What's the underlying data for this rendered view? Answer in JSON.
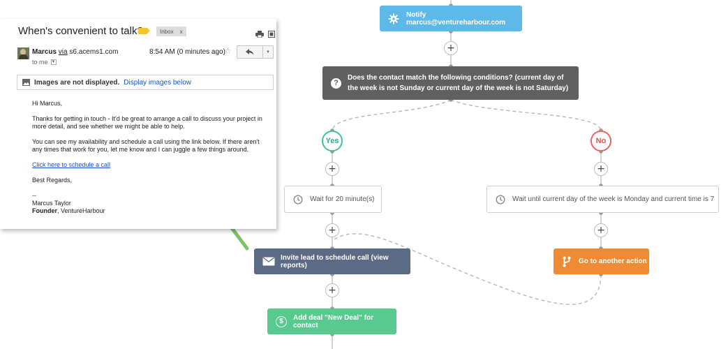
{
  "email": {
    "subject": "When's convenient to talk?",
    "label_chip": "Inbox",
    "label_close": "x",
    "sender_name": "Marcus",
    "via_word": "via",
    "sender_domain": "s6.acems1.com",
    "to_line": "to me",
    "timestamp": "8:54 AM (0 minutes ago)",
    "images_notice": "Images are not displayed.",
    "display_images_link": "Display images below",
    "body": {
      "greeting": "Hi Marcus,",
      "para1": "Thanks for getting in touch - It'd be great to arrange a call to discuss your project in more detail, and see whether we might be able to help.",
      "para2": "You can see my availability and schedule a call using the link below. If there aren't any times that work for you, let me know and I can juggle a few things around.",
      "schedule_link": "Click here to schedule a call",
      "signoff": "Best Regards,",
      "sig_dashes": "--",
      "sig_name": "Marcus Taylor",
      "sig_title": "Founder",
      "sig_company": ", VentureHarbour"
    }
  },
  "workflow": {
    "notify": "Notify marcus@ventureharbour.com",
    "condition": "Does the contact match the following conditions? (current day of the week is not Sunday or current day of the week is not Saturday)",
    "yes_label": "Yes",
    "no_label": "No",
    "plus_symbol": "+",
    "wait_yes": "Wait for 20 minute(s)",
    "wait_no": "Wait until current day of the week is Monday and current time is 7",
    "invite": "Invite lead to schedule call (view reports)",
    "goto": "Go to another action",
    "deal": "Add deal \"New Deal\" for contact"
  },
  "colors": {
    "notify": "#5fb9e8",
    "condition": "#606060",
    "yes": "#3ec39a",
    "no": "#e76462",
    "invite": "#5b6b86",
    "goto": "#ef8a35",
    "deal": "#58c98f",
    "arrow": "#7cc36b",
    "link": "#1155cc"
  }
}
